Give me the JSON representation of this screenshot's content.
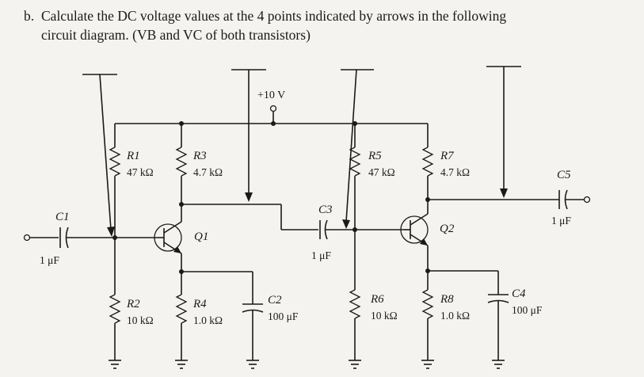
{
  "question": {
    "label": "b.",
    "line1": "Calculate the DC voltage values at the 4 points indicated by arrows in the following",
    "line2": "circuit diagram. (VB and VC of both transistors)"
  },
  "supply": {
    "label": "+10 V"
  },
  "components": {
    "R1": {
      "name": "R1",
      "value": "47 kΩ"
    },
    "R2": {
      "name": "R2",
      "value": "10 kΩ"
    },
    "R3": {
      "name": "R3",
      "value": "4.7 kΩ"
    },
    "R4": {
      "name": "R4",
      "value": "1.0 kΩ"
    },
    "R5": {
      "name": "R5",
      "value": "47 kΩ"
    },
    "R6": {
      "name": "R6",
      "value": "10 kΩ"
    },
    "R7": {
      "name": "R7",
      "value": "4.7 kΩ"
    },
    "R8": {
      "name": "R8",
      "value": "1.0 kΩ"
    },
    "C1": {
      "name": "C1",
      "value": "1 μF"
    },
    "C2": {
      "name": "C2",
      "value": "100 μF"
    },
    "C3": {
      "name": "C3",
      "value": "1 μF"
    },
    "C4": {
      "name": "C4",
      "value": "100 μF"
    },
    "C5": {
      "name": "C5",
      "value": "1 μF"
    },
    "Q1": {
      "name": "Q1"
    },
    "Q2": {
      "name": "Q2"
    }
  }
}
